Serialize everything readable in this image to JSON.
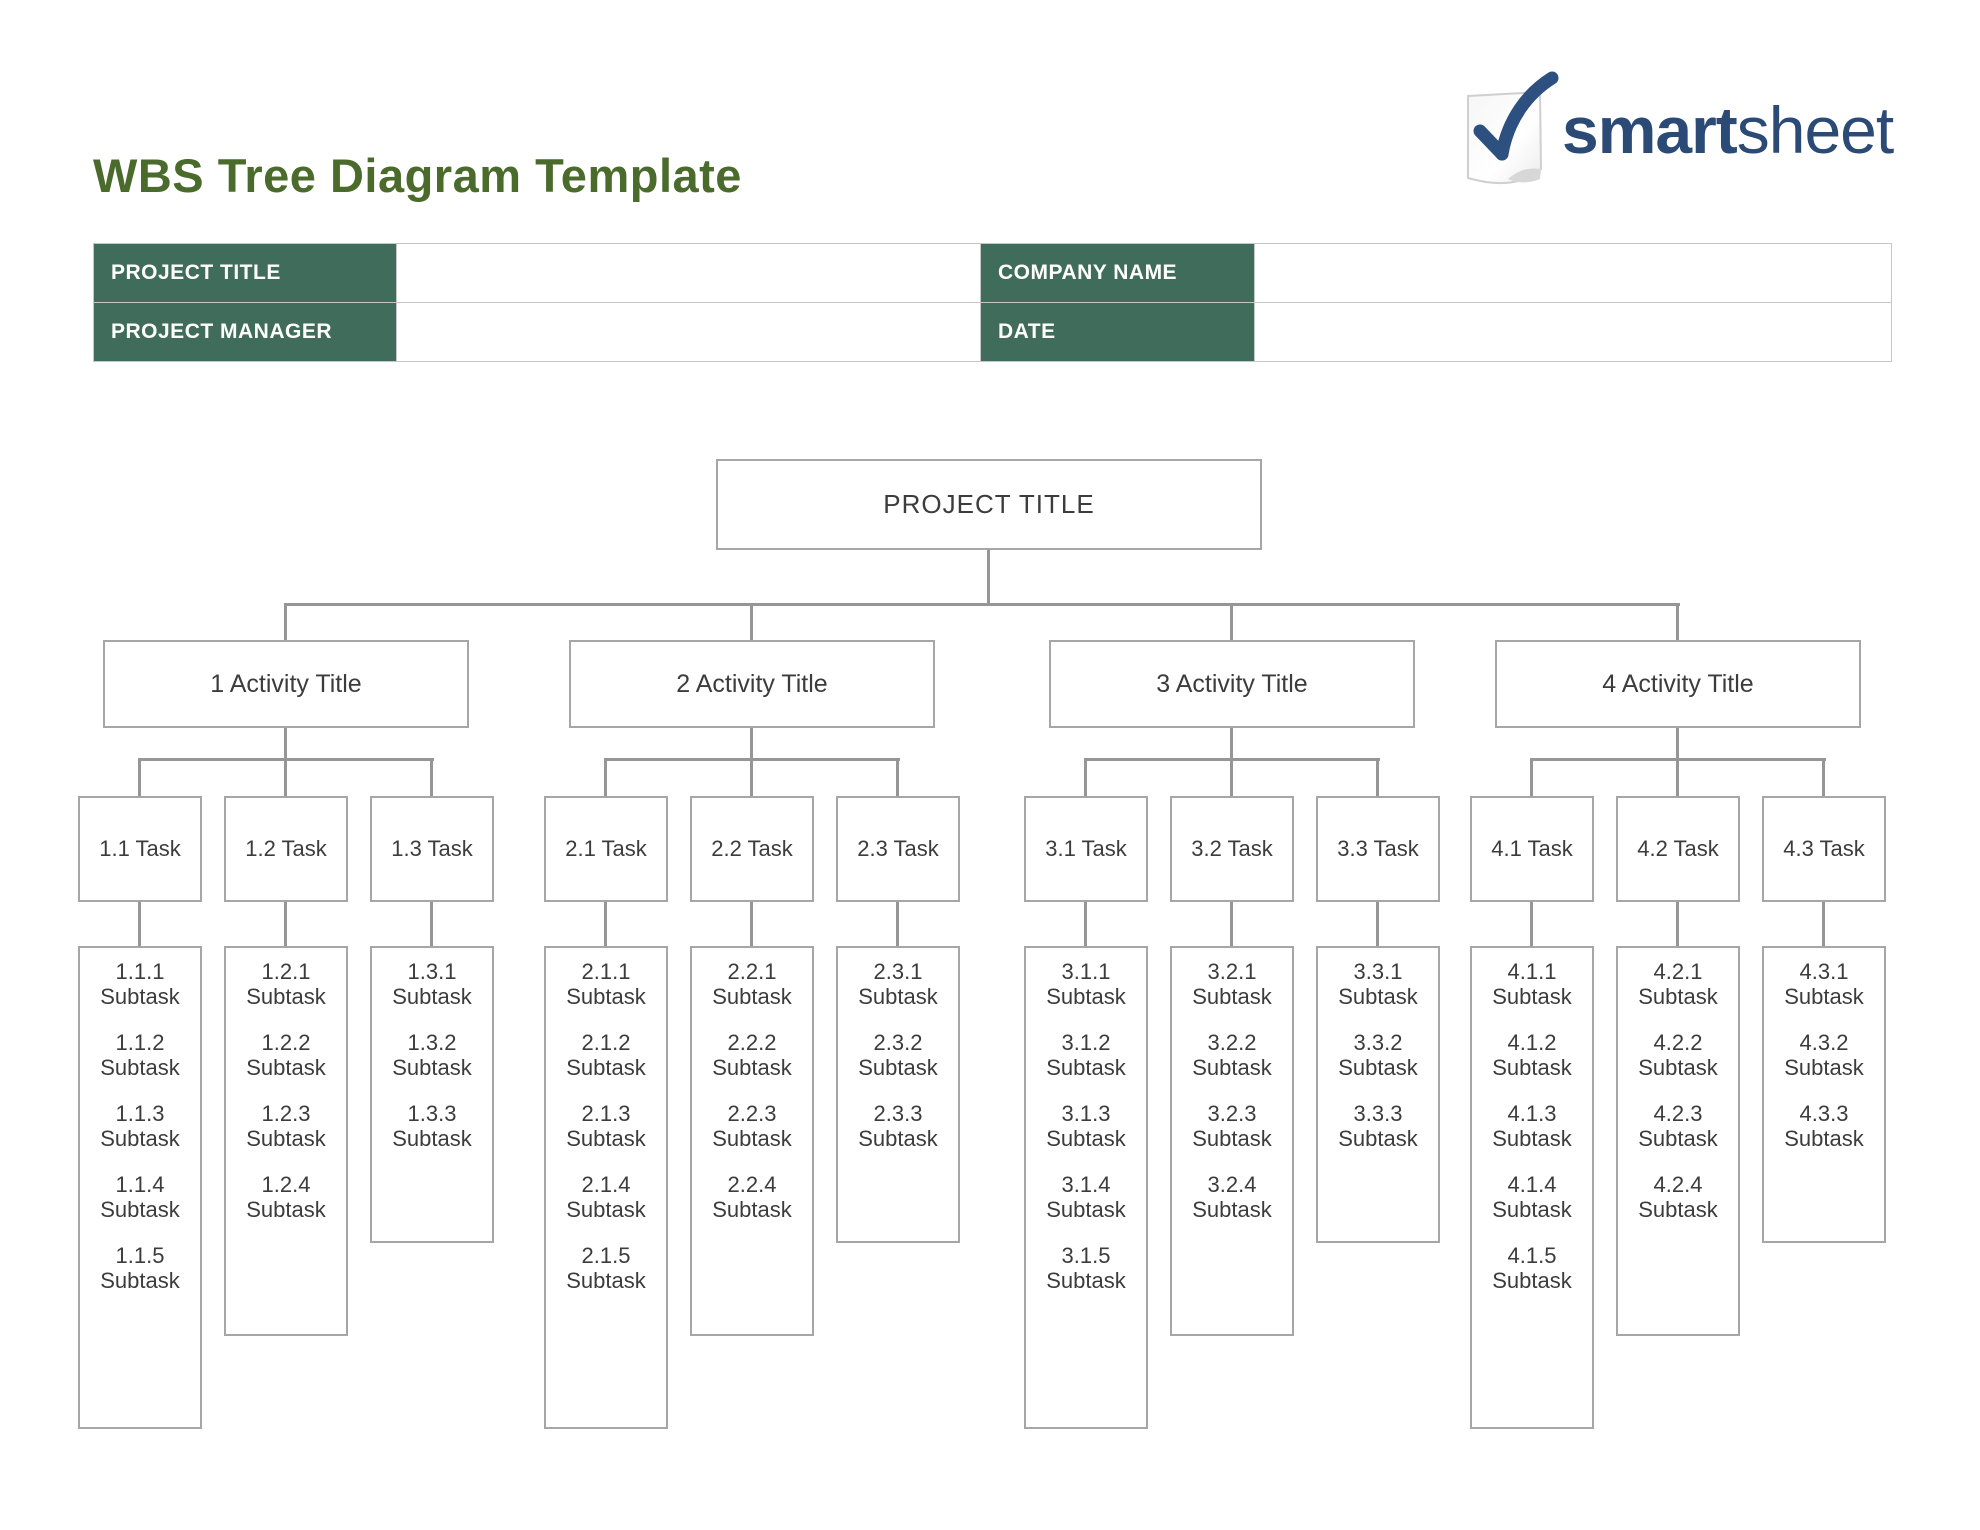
{
  "page": {
    "title": "WBS Tree Diagram Template"
  },
  "logo": {
    "brand_bold": "smart",
    "brand_light": "sheet",
    "icon": "checkmark-on-page",
    "color": "#2B4B76"
  },
  "info_table": {
    "rows": [
      {
        "left_label": "PROJECT TITLE",
        "left_value": "",
        "right_label": "COMPANY NAME",
        "right_value": ""
      },
      {
        "left_label": "PROJECT MANAGER",
        "left_value": "",
        "right_label": "DATE",
        "right_value": ""
      }
    ]
  },
  "tree": {
    "root": "PROJECT TITLE",
    "subtask_word": "Subtask",
    "groups": [
      {
        "activity": "1 Activity Title",
        "tasks": [
          {
            "label": "1.1 Task",
            "subtasks": [
              "1.1.1",
              "1.1.2",
              "1.1.3",
              "1.1.4",
              "1.1.5"
            ]
          },
          {
            "label": "1.2 Task",
            "subtasks": [
              "1.2.1",
              "1.2.2",
              "1.2.3",
              "1.2.4"
            ]
          },
          {
            "label": "1.3 Task",
            "subtasks": [
              "1.3.1",
              "1.3.2",
              "1.3.3"
            ]
          }
        ]
      },
      {
        "activity": "2 Activity Title",
        "tasks": [
          {
            "label": "2.1 Task",
            "subtasks": [
              "2.1.1",
              "2.1.2",
              "2.1.3",
              "2.1.4",
              "2.1.5"
            ]
          },
          {
            "label": "2.2 Task",
            "subtasks": [
              "2.2.1",
              "2.2.2",
              "2.2.3",
              "2.2.4"
            ]
          },
          {
            "label": "2.3 Task",
            "subtasks": [
              "2.3.1",
              "2.3.2",
              "2.3.3"
            ]
          }
        ]
      },
      {
        "activity": "3 Activity Title",
        "tasks": [
          {
            "label": "3.1 Task",
            "subtasks": [
              "3.1.1",
              "3.1.2",
              "3.1.3",
              "3.1.4",
              "3.1.5"
            ]
          },
          {
            "label": "3.2 Task",
            "subtasks": [
              "3.2.1",
              "3.2.2",
              "3.2.3",
              "3.2.4"
            ]
          },
          {
            "label": "3.3 Task",
            "subtasks": [
              "3.3.1",
              "3.3.2",
              "3.3.3"
            ]
          }
        ]
      },
      {
        "activity": "4 Activity Title",
        "tasks": [
          {
            "label": "4.1 Task",
            "subtasks": [
              "4.1.1",
              "4.1.2",
              "4.1.3",
              "4.1.4",
              "4.1.5"
            ]
          },
          {
            "label": "4.2 Task",
            "subtasks": [
              "4.2.1",
              "4.2.2",
              "4.2.3",
              "4.2.4"
            ]
          },
          {
            "label": "4.3 Task",
            "subtasks": [
              "4.3.1",
              "4.3.2",
              "4.3.3"
            ]
          }
        ]
      }
    ]
  },
  "colors": {
    "header_green": "#3F6C5B",
    "title_green": "#4B6B2D",
    "logo_blue": "#2B4B76",
    "connector_gray": "#969696",
    "box_border_gray": "#A6A6A6",
    "text_dark": "#3C3C3C"
  }
}
